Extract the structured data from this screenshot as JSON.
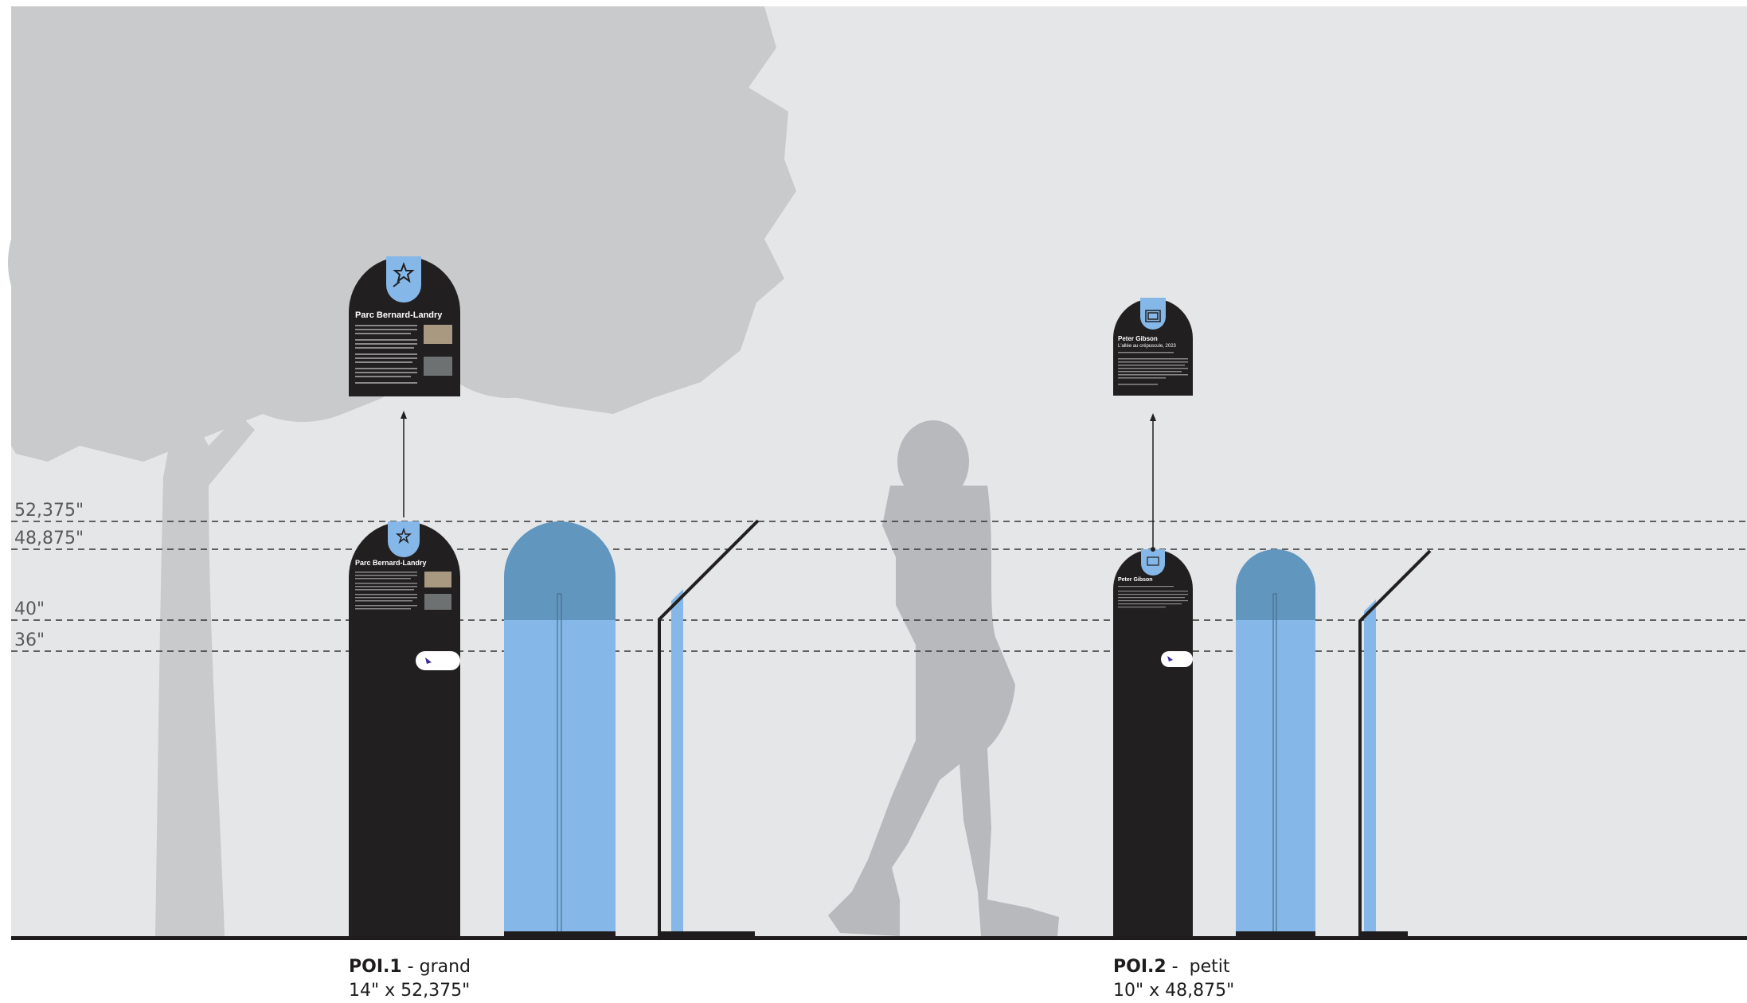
{
  "colors": {
    "background": "#e5e6e8",
    "silhouette": "#c9cacc",
    "person": "#b8b9bc",
    "sign_body": "#221f20",
    "sign_blue": "#85b8e8",
    "sign_blue_dark": "#6196be",
    "ground": "#1e1c1d"
  },
  "heights": [
    "52,375\"",
    "48,875\"",
    "40\"",
    "36\""
  ],
  "poi1": {
    "id": "POI.1",
    "sep": " - ",
    "size": "grand",
    "dims": "14\" x 52,375\"",
    "panel_title": "Parc Bernard-Landry",
    "icon": "star-hand-icon"
  },
  "poi2": {
    "id": "POI.2",
    "sep": " -  ",
    "size": "petit",
    "dims": "10\" x 48,875\"",
    "panel_title": "Peter Gibson",
    "panel_subtitle": "L'allée au crépuscule, 2023",
    "icon": "image-frame-icon"
  }
}
